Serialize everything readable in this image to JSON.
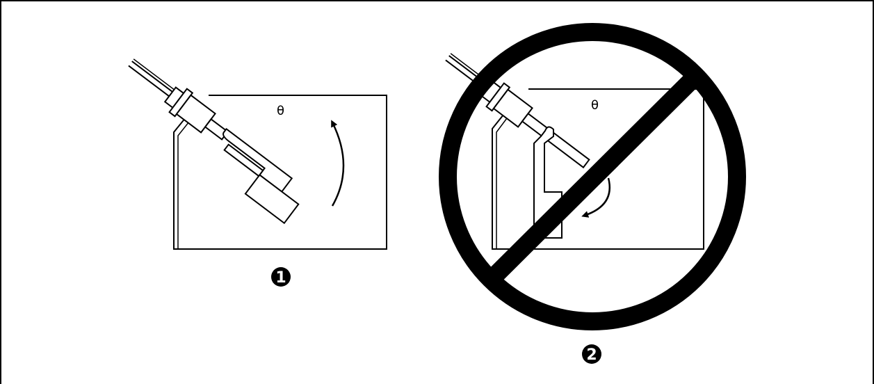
{
  "figure": {
    "badges": [
      {
        "label": "1",
        "meaning": "correct"
      },
      {
        "label": "2",
        "meaning": "incorrect"
      }
    ],
    "panel_mark": "θ",
    "colors": {
      "line": "#000000",
      "background": "#ffffff",
      "badge_fill": "#000000",
      "badge_text": "#ffffff"
    },
    "icons": {
      "rotation_ccw": "curved-arrow-icon",
      "rotation_cw": "curved-arrow-icon",
      "prohibited": "prohibition-icon"
    }
  }
}
